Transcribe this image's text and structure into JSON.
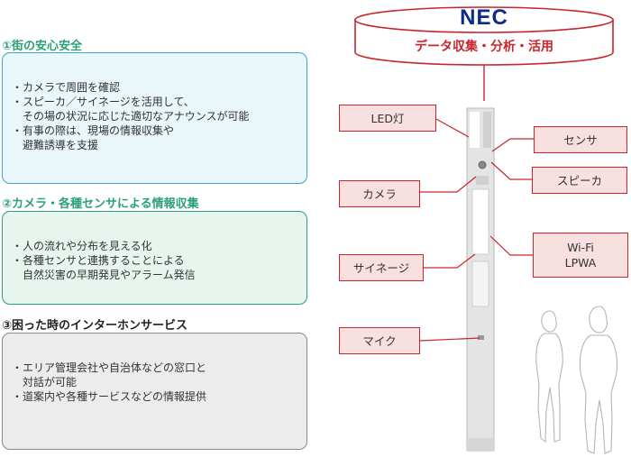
{
  "colors": {
    "green": "#2aa07a",
    "red": "#c9252b",
    "blue": "#0c2c87",
    "pink_fill": "#f8dfe0"
  },
  "sections": [
    {
      "title": "①街の安心安全",
      "lines": [
        "・カメラで周囲を確認",
        "・スピーカ／サイネージを活用して、",
        "　その場の状況に応じた適切なアナウンスが可能",
        "・有事の際は、現場の情報収集や",
        "　避難誘導を支援"
      ]
    },
    {
      "title": "②カメラ・各種センサによる情報収集",
      "lines": [
        "・人の流れや分布を見える化",
        "・各種センサと連携することによる",
        "　自然災害の早期発見やアラーム発信"
      ]
    },
    {
      "title": "③困った時のインターホンサービス",
      "lines": [
        "・エリア管理会社や自治体などの窓口と",
        "　対話が可能",
        "・道案内や各種サービスなどの情報提供"
      ]
    }
  ],
  "cloud": {
    "logo": "NEC",
    "label": "データ収集・分析・活用"
  },
  "labels": {
    "led": "LED灯",
    "sensor": "センサ",
    "speaker": "スピーカ",
    "camera": "カメラ",
    "wifi": "Wi-Fi\nLPWA",
    "signage": "サイネージ",
    "mic": "マイク"
  }
}
